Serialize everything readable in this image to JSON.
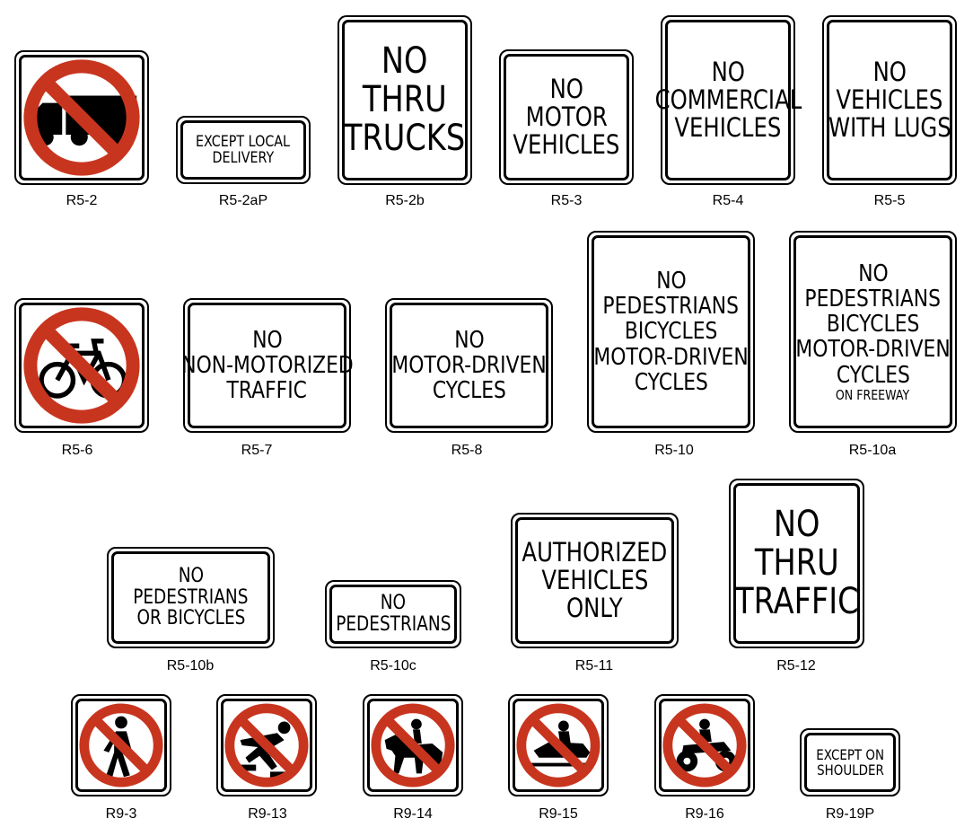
{
  "signs": [
    {
      "code": "R5-2",
      "type": "symbol",
      "icon": "no-trucks-icon"
    },
    {
      "code": "R5-2aP",
      "type": "text",
      "lines": [
        "EXCEPT LOCAL",
        "DELIVERY"
      ]
    },
    {
      "code": "R5-2b",
      "type": "text",
      "lines": [
        "NO",
        "THRU",
        "TRUCKS"
      ]
    },
    {
      "code": "R5-3",
      "type": "text",
      "lines": [
        "NO",
        "MOTOR",
        "VEHICLES"
      ]
    },
    {
      "code": "R5-4",
      "type": "text",
      "lines": [
        "NO",
        "COMMERCIAL",
        "VEHICLES"
      ]
    },
    {
      "code": "R5-5",
      "type": "text",
      "lines": [
        "NO",
        "VEHICLES",
        "WITH LUGS"
      ]
    },
    {
      "code": "R5-6",
      "type": "symbol",
      "icon": "no-bicycles-icon"
    },
    {
      "code": "R5-7",
      "type": "text",
      "lines": [
        "NO",
        "NON-MOTORIZED",
        "TRAFFIC"
      ]
    },
    {
      "code": "R5-8",
      "type": "text",
      "lines": [
        "NO",
        "MOTOR-DRIVEN",
        "CYCLES"
      ]
    },
    {
      "code": "R5-10",
      "type": "text",
      "lines": [
        "NO",
        "PEDESTRIANS",
        "BICYCLES",
        "MOTOR-DRIVEN",
        "CYCLES"
      ]
    },
    {
      "code": "R5-10a",
      "type": "text",
      "lines": [
        "NO",
        "PEDESTRIANS",
        "BICYCLES",
        "MOTOR-DRIVEN",
        "CYCLES",
        "ON FREEWAY"
      ]
    },
    {
      "code": "R5-10b",
      "type": "text",
      "lines": [
        "NO",
        "PEDESTRIANS",
        "OR BICYCLES"
      ]
    },
    {
      "code": "R5-10c",
      "type": "text",
      "lines": [
        "NO",
        "PEDESTRIANS"
      ]
    },
    {
      "code": "R5-11",
      "type": "text",
      "lines": [
        "AUTHORIZED",
        "VEHICLES",
        "ONLY"
      ]
    },
    {
      "code": "R5-12",
      "type": "text",
      "lines": [
        "NO",
        "THRU",
        "TRAFFIC"
      ]
    },
    {
      "code": "R9-3",
      "type": "symbol",
      "icon": "no-pedestrians-icon"
    },
    {
      "code": "R9-13",
      "type": "symbol",
      "icon": "no-skaters-icon"
    },
    {
      "code": "R9-14",
      "type": "symbol",
      "icon": "no-horses-icon"
    },
    {
      "code": "R9-15",
      "type": "symbol",
      "icon": "no-snowmobiles-icon"
    },
    {
      "code": "R9-16",
      "type": "symbol",
      "icon": "no-atv-icon"
    },
    {
      "code": "R9-19P",
      "type": "text",
      "lines": [
        "EXCEPT ON",
        "SHOULDER"
      ]
    }
  ],
  "colors": {
    "prohibition_red": "#c8351f",
    "legend": "#000000",
    "background": "#ffffff"
  }
}
